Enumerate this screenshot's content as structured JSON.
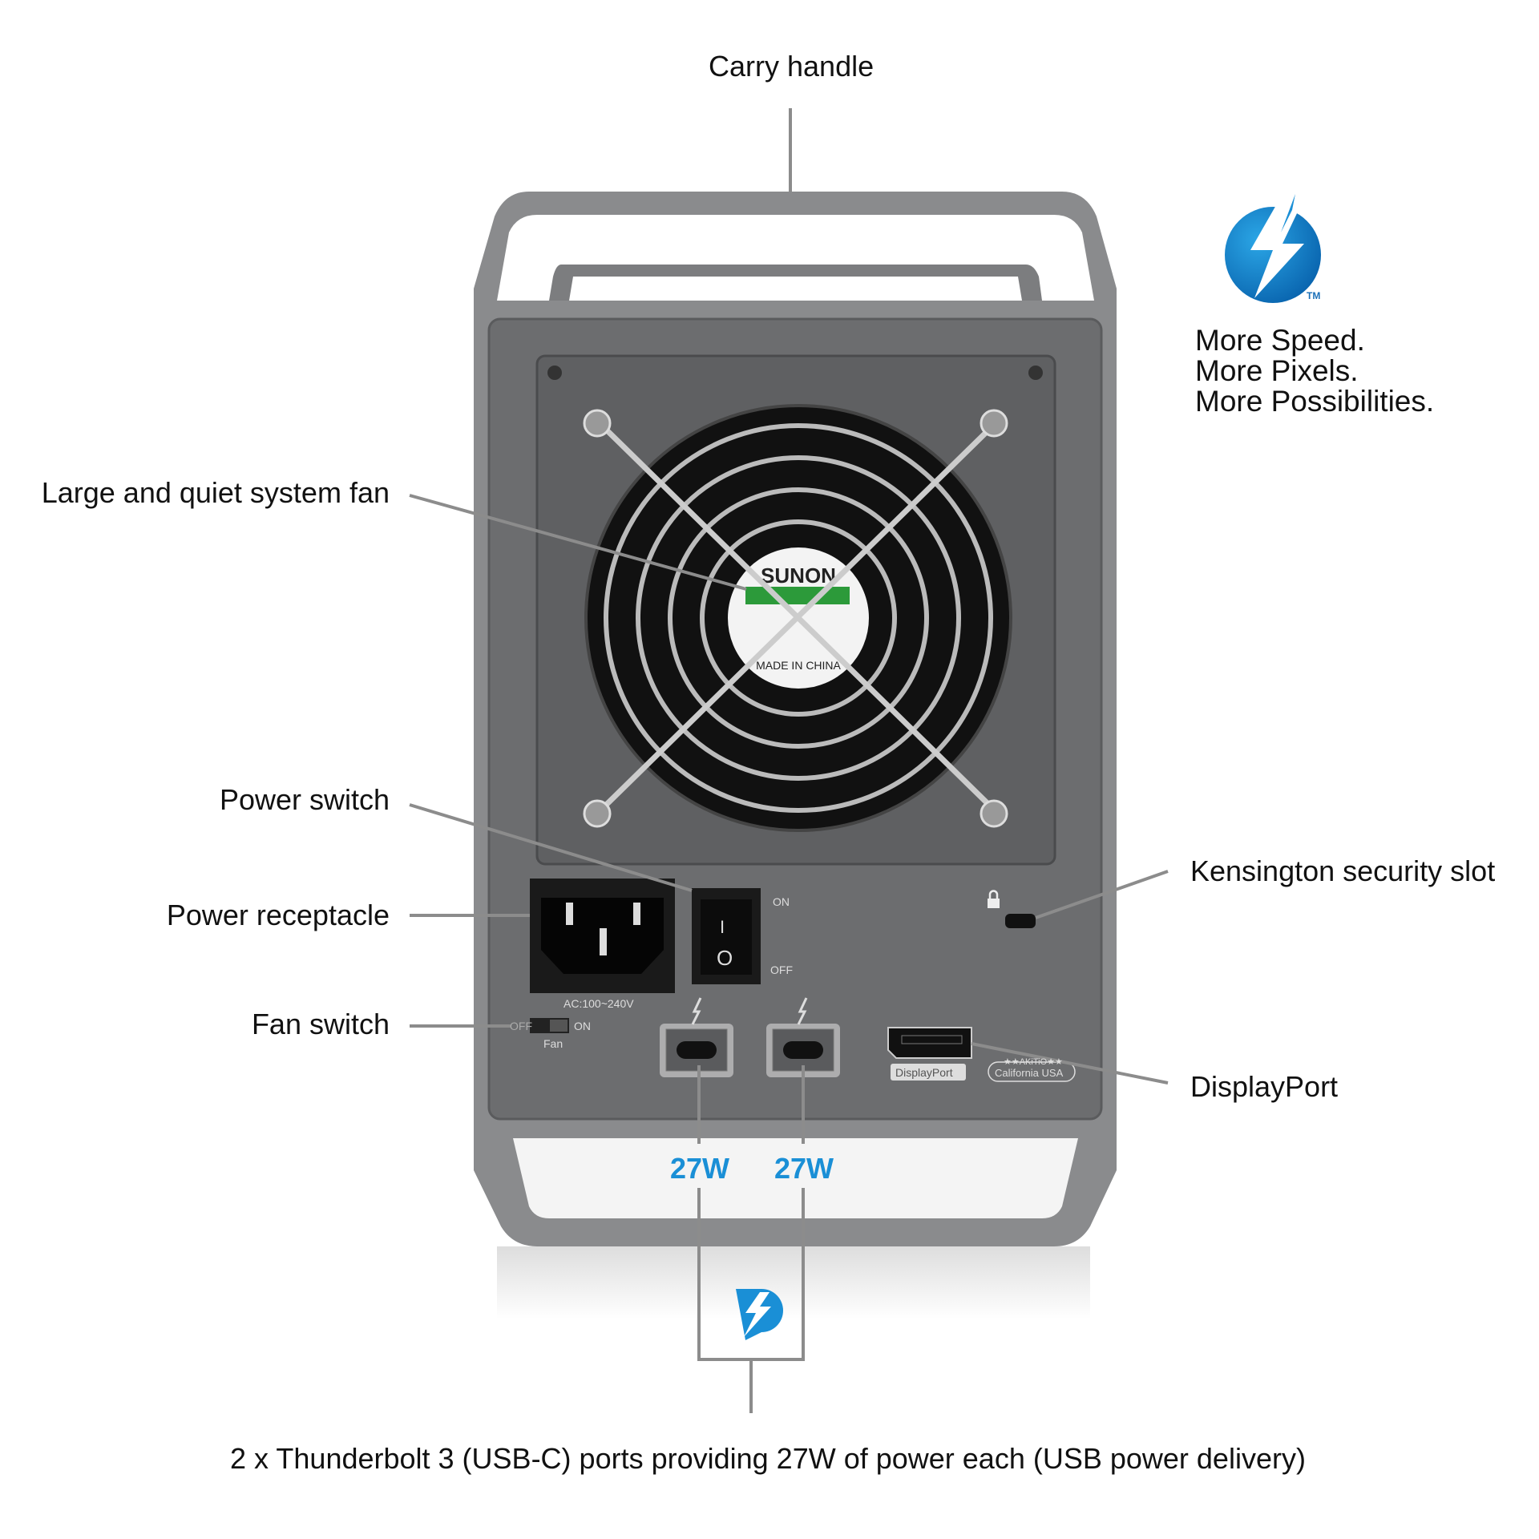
{
  "callouts": {
    "carry_handle": "Carry handle",
    "fan": "Large and quiet system fan",
    "power_switch": "Power switch",
    "power_receptacle": "Power receptacle",
    "fan_switch": "Fan switch",
    "kensington": "Kensington security slot",
    "displayport": "DisplayPort",
    "tb_power_left": "27W",
    "tb_power_right": "27W",
    "thunderbolt_caption": "2 x Thunderbolt 3 (USB-C) ports providing 27W of power each (USB power delivery)"
  },
  "device": {
    "switch_on": "ON",
    "switch_off": "OFF",
    "switch_on_symbol": "I",
    "switch_off_symbol": "O",
    "ac_rating": "AC:100~240V",
    "fan_off": "OFF",
    "fan_on": "ON",
    "fan_label": "Fan",
    "dp_label": "DisplayPort",
    "brand_line1": "★★AKiTiO★★",
    "brand_line2": "California USA",
    "fan_brand": "SUNON",
    "fan_origin": "MADE IN CHINA"
  },
  "promo": {
    "tm": "TM",
    "line1": "More Speed.",
    "line2": "More Pixels.",
    "line3": "More Possibilities."
  },
  "colors": {
    "accent": "#1a8fd6",
    "chassis": "#8a8b8d",
    "panel": "#6c6d6f"
  }
}
